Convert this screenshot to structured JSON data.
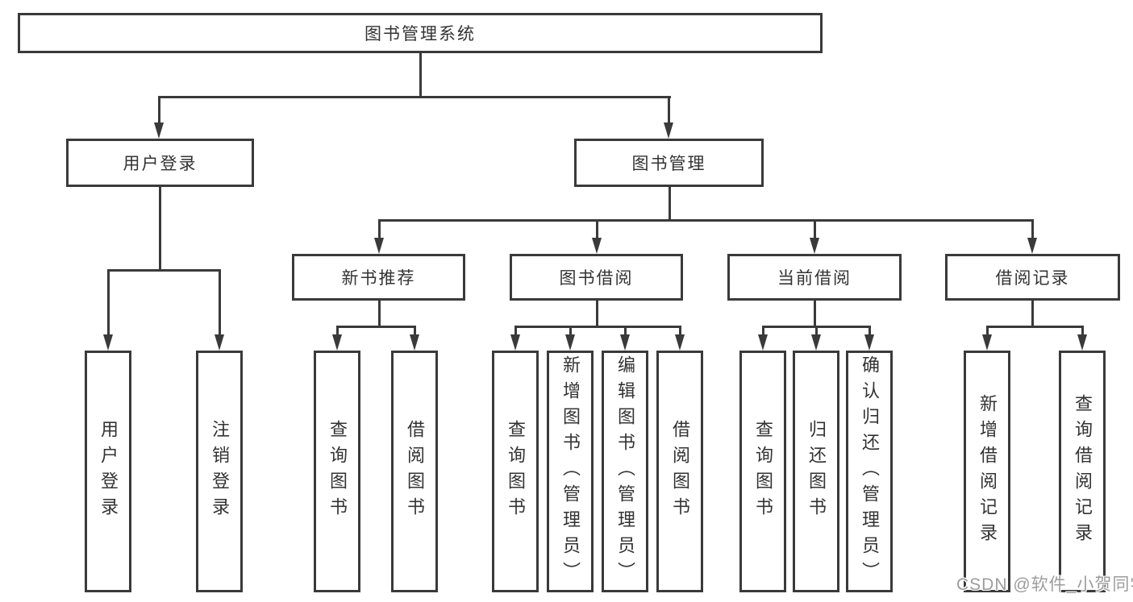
{
  "diagram_title": "图书管理系统",
  "tree": {
    "root": {
      "label": "图书管理系统",
      "children": [
        {
          "label": "用户登录",
          "children": [
            {
              "label": "用户登录"
            },
            {
              "label": "注销登录"
            }
          ]
        },
        {
          "label": "图书管理",
          "children": [
            {
              "label": "新书推荐",
              "children": [
                {
                  "label": "查询图书"
                },
                {
                  "label": "借阅图书"
                }
              ]
            },
            {
              "label": "图书借阅",
              "children": [
                {
                  "label": "查询图书"
                },
                {
                  "label": "新增图书（管理员）"
                },
                {
                  "label": "编辑图书（管理员）"
                },
                {
                  "label": "借阅图书"
                }
              ]
            },
            {
              "label": "当前借阅",
              "children": [
                {
                  "label": "查询图书"
                },
                {
                  "label": "归还图书"
                },
                {
                  "label": "确认归还（管理员）"
                }
              ]
            },
            {
              "label": "借阅记录",
              "children": [
                {
                  "label": "新增借阅记录"
                },
                {
                  "label": "查询借阅记录"
                }
              ]
            }
          ]
        }
      ]
    }
  },
  "watermark": {
    "text": "CSDN @软件_小贺同学"
  },
  "colors": {
    "line": "#3a3a3a",
    "box_border": "#3a3a3a",
    "box_fill": "#ffffff",
    "text": "#333333",
    "watermark": "#9c9c9c",
    "background": "#ffffff"
  }
}
